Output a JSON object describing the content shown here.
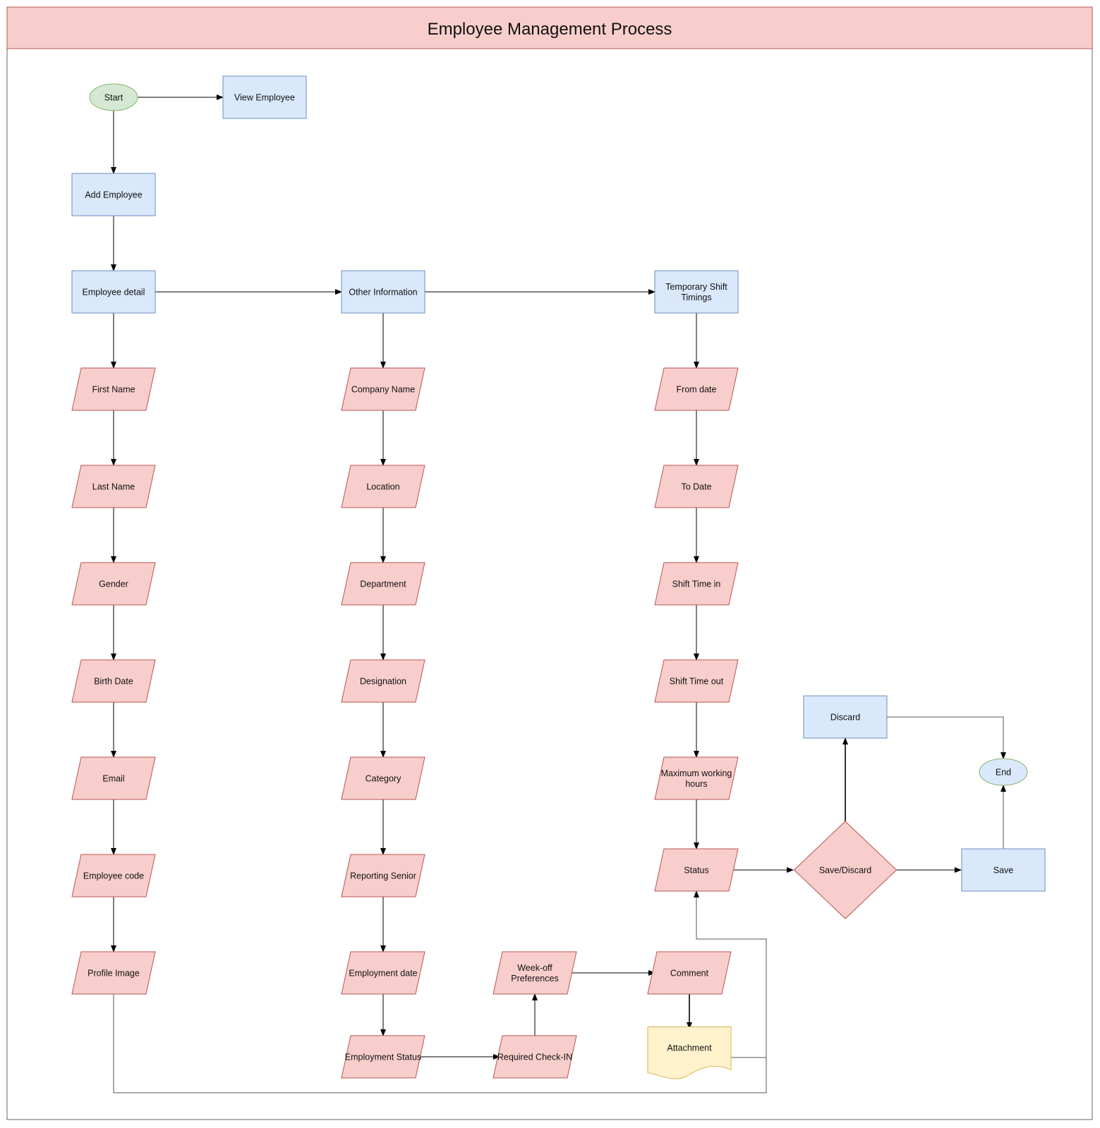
{
  "diagram": {
    "title": "Employee Management Process",
    "colors": {
      "header_fill": "#f8cecc",
      "header_stroke": "#b85450",
      "process_fill": "#dae8fc",
      "process_stroke": "#6c8ebf",
      "data_fill": "#f8cecc",
      "data_stroke": "#b85450",
      "terminal_fill": "#d5e8d4",
      "terminal_stroke": "#82b366",
      "end_fill": "#dae8fc",
      "end_stroke": "#82b366",
      "document_fill": "#fff2cc",
      "document_stroke": "#d6b656",
      "edge": "#000000"
    },
    "nodes": [
      {
        "id": "start",
        "shape": "ellipse",
        "label": "Start",
        "icon": "start-terminal"
      },
      {
        "id": "view_employee",
        "shape": "rect",
        "label": "View Employee"
      },
      {
        "id": "add_employee",
        "shape": "rect",
        "label": "Add Employee"
      },
      {
        "id": "employee_detail",
        "shape": "rect",
        "label": "Employee detail"
      },
      {
        "id": "first_name",
        "shape": "parallelogram",
        "label": "First Name"
      },
      {
        "id": "last_name",
        "shape": "parallelogram",
        "label": "Last Name"
      },
      {
        "id": "gender",
        "shape": "parallelogram",
        "label": "Gender"
      },
      {
        "id": "birth_date",
        "shape": "parallelogram",
        "label": "Birth Date"
      },
      {
        "id": "email",
        "shape": "parallelogram",
        "label": "Email"
      },
      {
        "id": "employee_code",
        "shape": "parallelogram",
        "label": "Employee code"
      },
      {
        "id": "profile_image",
        "shape": "parallelogram",
        "label": "Profile Image"
      },
      {
        "id": "other_information",
        "shape": "rect",
        "label": "Other Information"
      },
      {
        "id": "company_name",
        "shape": "parallelogram",
        "label": "Company Name"
      },
      {
        "id": "location",
        "shape": "parallelogram",
        "label": "Location"
      },
      {
        "id": "department",
        "shape": "parallelogram",
        "label": "Department"
      },
      {
        "id": "designation",
        "shape": "parallelogram",
        "label": "Designation"
      },
      {
        "id": "category",
        "shape": "parallelogram",
        "label": "Category"
      },
      {
        "id": "reporting_senior",
        "shape": "parallelogram",
        "label": "Reporting Senior"
      },
      {
        "id": "employment_date",
        "shape": "parallelogram",
        "label": "Employment date"
      },
      {
        "id": "employment_status",
        "shape": "parallelogram",
        "label": "Employment Status"
      },
      {
        "id": "required_check_in",
        "shape": "parallelogram",
        "label": "Required Check-IN"
      },
      {
        "id": "week_off",
        "shape": "parallelogram",
        "label": "Week-off Preferences"
      },
      {
        "id": "comment",
        "shape": "parallelogram",
        "label": "Comment"
      },
      {
        "id": "attachment",
        "shape": "document",
        "label": "Attachment"
      },
      {
        "id": "temp_shift",
        "shape": "rect",
        "label": "Temporary Shift Timings"
      },
      {
        "id": "from_date",
        "shape": "parallelogram",
        "label": "From date"
      },
      {
        "id": "to_date",
        "shape": "parallelogram",
        "label": "To Date"
      },
      {
        "id": "shift_in",
        "shape": "parallelogram",
        "label": "Shift Time in"
      },
      {
        "id": "shift_out",
        "shape": "parallelogram",
        "label": "Shift Time out"
      },
      {
        "id": "max_hours",
        "shape": "parallelogram",
        "label": "Maximum working hours"
      },
      {
        "id": "status",
        "shape": "parallelogram",
        "label": "Status"
      },
      {
        "id": "save_discard",
        "shape": "diamond",
        "label": "Save/Discard"
      },
      {
        "id": "discard",
        "shape": "rect",
        "label": "Discard"
      },
      {
        "id": "save",
        "shape": "rect",
        "label": "Save"
      },
      {
        "id": "end",
        "shape": "ellipse",
        "label": "End",
        "icon": "end-terminal"
      }
    ],
    "edges": [
      {
        "from": "start",
        "to": "view_employee"
      },
      {
        "from": "start",
        "to": "add_employee"
      },
      {
        "from": "add_employee",
        "to": "employee_detail"
      },
      {
        "from": "employee_detail",
        "to": "other_information"
      },
      {
        "from": "other_information",
        "to": "temp_shift"
      },
      {
        "from": "employee_detail",
        "to": "first_name"
      },
      {
        "from": "first_name",
        "to": "last_name"
      },
      {
        "from": "last_name",
        "to": "gender"
      },
      {
        "from": "gender",
        "to": "birth_date"
      },
      {
        "from": "birth_date",
        "to": "email"
      },
      {
        "from": "email",
        "to": "employee_code"
      },
      {
        "from": "employee_code",
        "to": "profile_image"
      },
      {
        "from": "other_information",
        "to": "company_name"
      },
      {
        "from": "company_name",
        "to": "location"
      },
      {
        "from": "location",
        "to": "department"
      },
      {
        "from": "department",
        "to": "designation"
      },
      {
        "from": "designation",
        "to": "category"
      },
      {
        "from": "category",
        "to": "reporting_senior"
      },
      {
        "from": "reporting_senior",
        "to": "employment_date"
      },
      {
        "from": "employment_date",
        "to": "employment_status"
      },
      {
        "from": "employment_status",
        "to": "required_check_in"
      },
      {
        "from": "required_check_in",
        "to": "week_off"
      },
      {
        "from": "week_off",
        "to": "comment"
      },
      {
        "from": "comment",
        "to": "attachment"
      },
      {
        "from": "temp_shift",
        "to": "from_date"
      },
      {
        "from": "from_date",
        "to": "to_date"
      },
      {
        "from": "to_date",
        "to": "shift_in"
      },
      {
        "from": "shift_in",
        "to": "shift_out"
      },
      {
        "from": "shift_out",
        "to": "max_hours"
      },
      {
        "from": "max_hours",
        "to": "status"
      },
      {
        "from": "status",
        "to": "save_discard"
      },
      {
        "from": "save_discard",
        "to": "discard"
      },
      {
        "from": "save_discard",
        "to": "save"
      },
      {
        "from": "discard",
        "to": "end"
      },
      {
        "from": "save",
        "to": "end"
      },
      {
        "from": "profile_image",
        "to": "status"
      },
      {
        "from": "attachment",
        "to": "status"
      }
    ]
  }
}
